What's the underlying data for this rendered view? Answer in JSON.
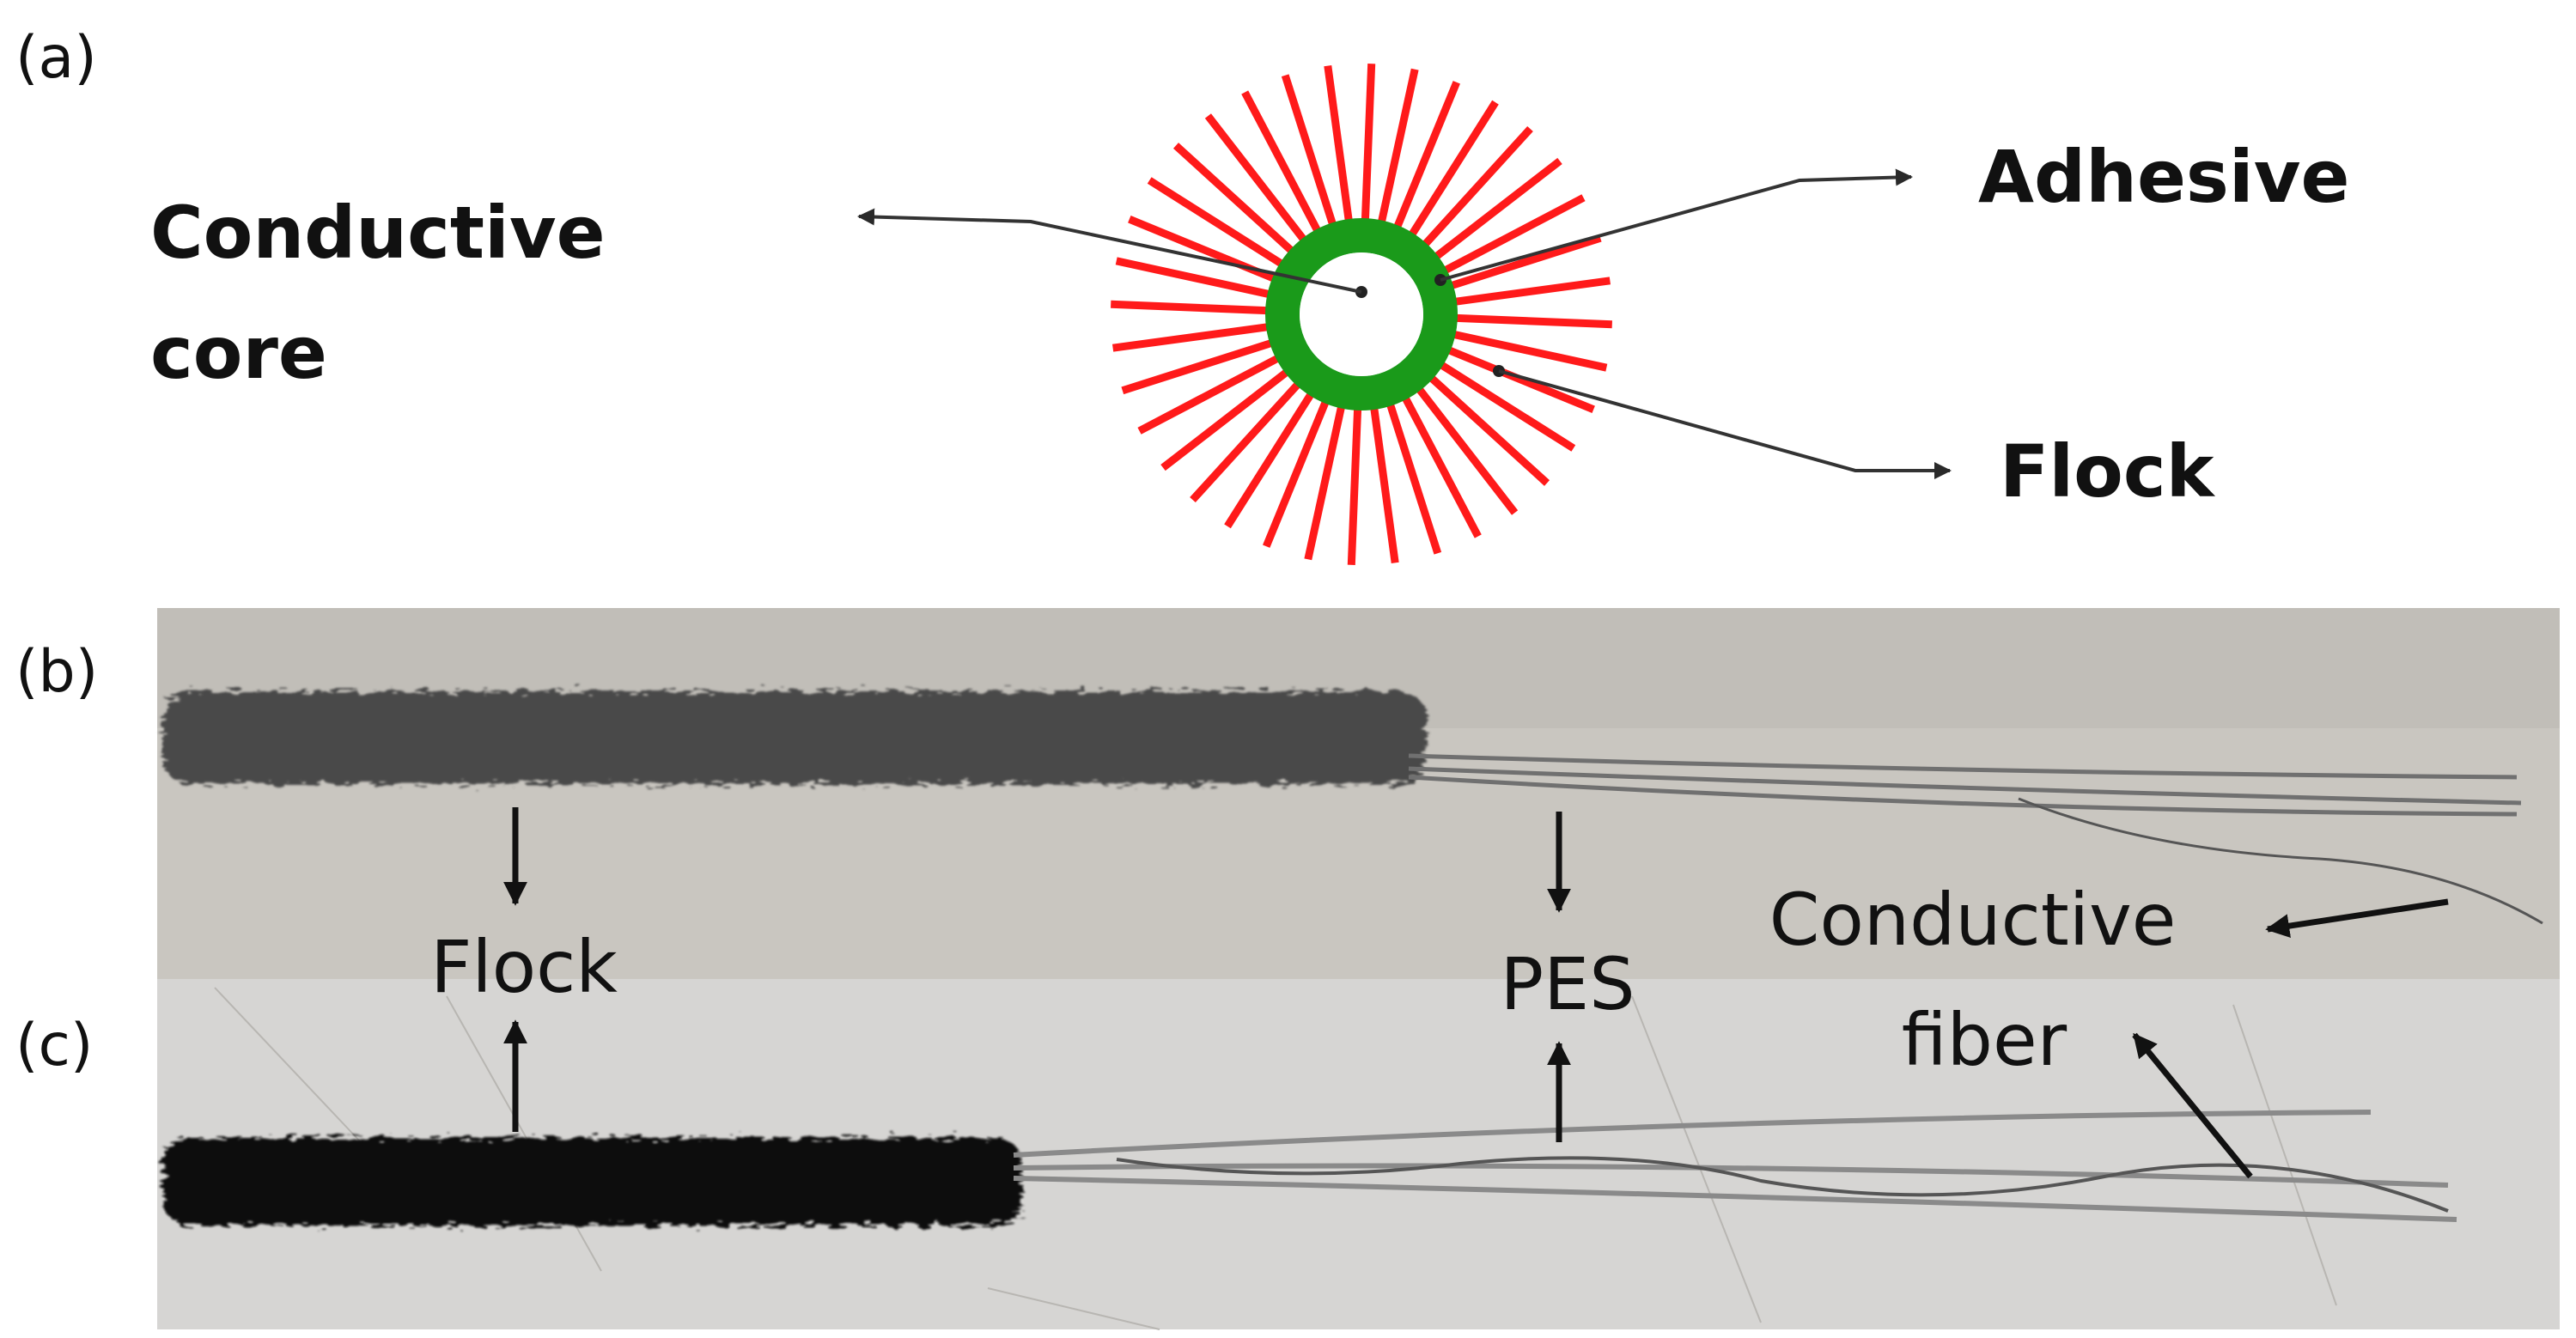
{
  "panel_labels": {
    "a": "(a)",
    "b": "(b)",
    "c": "(c)"
  },
  "schematic": {
    "conductive_core": [
      "Conductive",
      "core"
    ],
    "adhesive": "Adhesive",
    "flock": "Flock",
    "flock_fiber_count": 36,
    "colors": {
      "flock": "#ff1a1a",
      "adhesive": "#1a9a1a",
      "core": "#ffffff",
      "arrow": "#333333"
    }
  },
  "photos": {
    "flock": "Flock",
    "pes": "PES",
    "conductive_fiber": [
      "Conductive",
      "fiber"
    ],
    "colors": {
      "background_b": "#c9c6c0",
      "background_c": "#d6d5d3",
      "flock_b": "#4a4a4a",
      "flock_c": "#101010",
      "fiber": "#777777"
    }
  }
}
